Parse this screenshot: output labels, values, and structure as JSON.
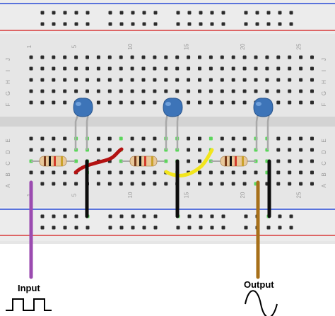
{
  "board": {
    "column_labels": [
      "1",
      "5",
      "10",
      "15",
      "20",
      "25"
    ],
    "top_row_labels": [
      "J",
      "I",
      "H",
      "G",
      "F"
    ],
    "bottom_row_labels": [
      "E",
      "D",
      "C",
      "B",
      "A"
    ],
    "colors": {
      "board": "#e4e4e4",
      "board_light": "#efefef",
      "hole": "#2b2b2b",
      "active_hole": "#5cd65c",
      "rail_blue": "#2a4bd7",
      "rail_red": "#d83a3a",
      "label": "#9a9a9a"
    }
  },
  "components": {
    "capacitor_color": "#3d74b8",
    "resistor_body": "#e8c89a",
    "resistor_bands": [
      "#7a3b1a",
      "#111111",
      "#d23b2b",
      "#c9a12a"
    ],
    "wire_colors": {
      "red": "#b31212",
      "yellow": "#f2e51c",
      "black": "#0c0c0c",
      "purple": "#9b4bb0",
      "brown": "#a7701a",
      "lead": "#a9a9a9"
    }
  },
  "io": {
    "input_label": "Input",
    "output_label": "Output",
    "input_symbol": "square-wave-icon",
    "output_symbol": "sine-wave-icon"
  }
}
